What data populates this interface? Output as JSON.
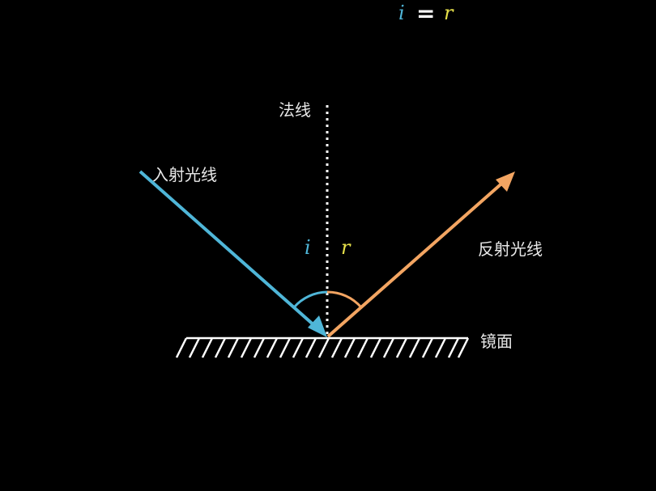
{
  "equation": {
    "left": "i",
    "op": "=",
    "right": "r"
  },
  "labels": {
    "normal": "法线",
    "incident": "入射光线",
    "reflected": "反射光线",
    "mirror": "镜面",
    "angle_i": "i",
    "angle_r": "r"
  },
  "colors": {
    "background": "#000000",
    "incident": "#4fb6d8",
    "reflected": "#f3a562",
    "angle_r_label": "#e6e04a",
    "text": "#e8e8e8",
    "mirror": "#ffffff"
  }
}
